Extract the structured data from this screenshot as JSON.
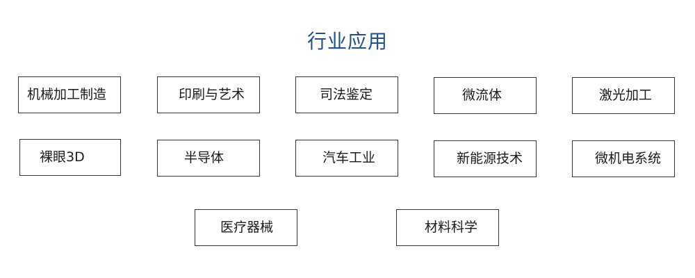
{
  "title": "行业应用",
  "items": [
    "机械加工制造",
    "印刷与艺术",
    "司法鉴定",
    "微流体",
    "激光加工",
    "裸眼3D",
    "半导体",
    "汽车工业",
    "新能源技术",
    "微机电系统",
    "医疗器械",
    "材料科学"
  ]
}
